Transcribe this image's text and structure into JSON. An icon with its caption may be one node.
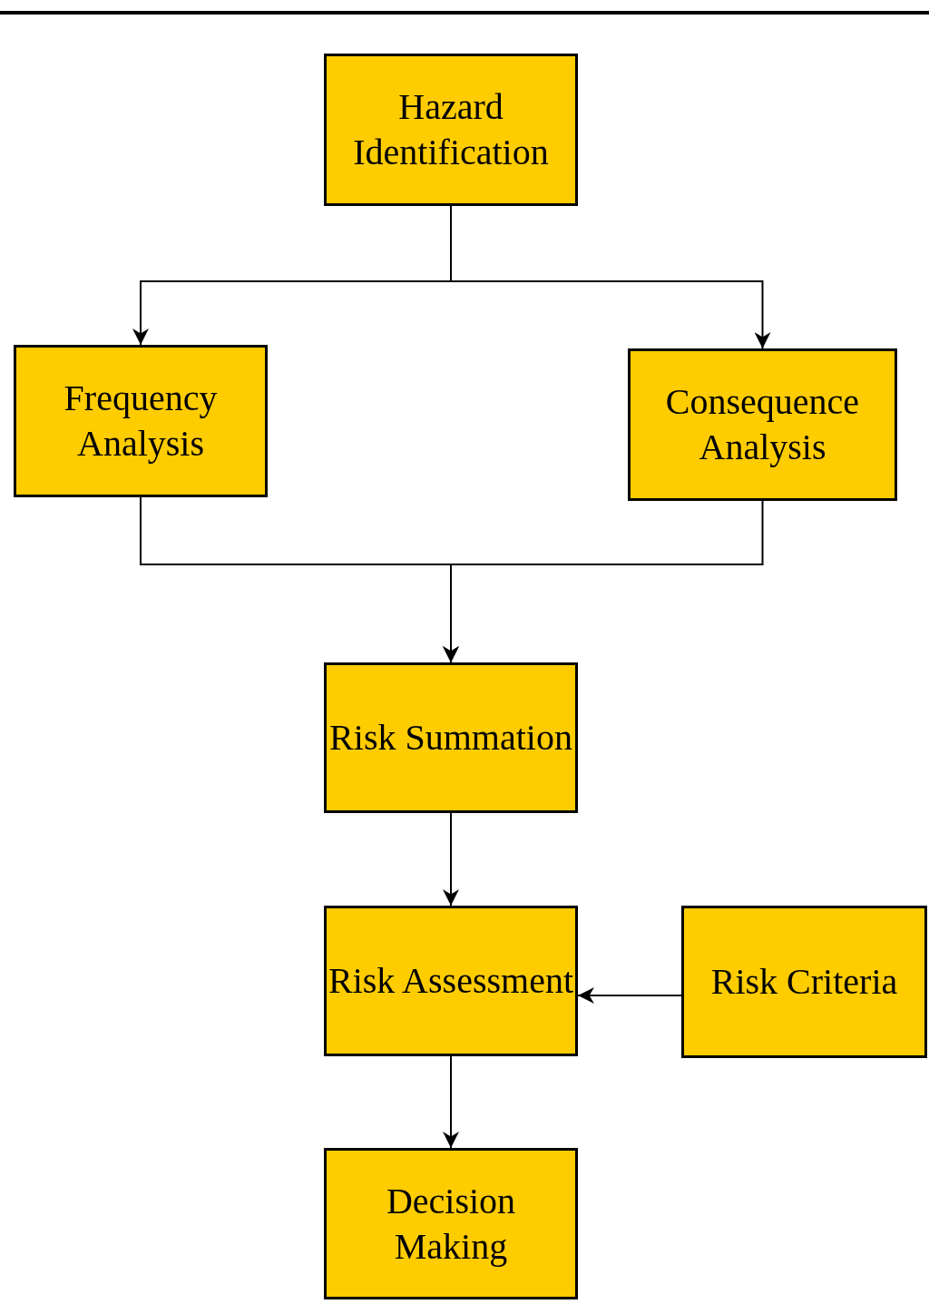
{
  "diagram": {
    "nodes": [
      {
        "text": [
          "Hazard Identification"
        ]
      },
      {
        "text": [
          "Frequency Analysis"
        ]
      },
      {
        "text": [
          "Consequence Analysis"
        ]
      },
      {
        "text": [
          "Risk Summation"
        ]
      },
      {
        "text": [
          "Risk Assessment"
        ]
      },
      {
        "text": [
          "Risk Criteria"
        ]
      },
      {
        "text": [
          "Decision Making"
        ]
      }
    ],
    "edges": [
      {
        "from": 0,
        "to": 1,
        "arrow": "to"
      },
      {
        "from": 0,
        "to": 2,
        "arrow": "to"
      },
      {
        "from": 1,
        "to": 3,
        "arrow": "to"
      },
      {
        "from": 2,
        "to": 3,
        "arrow": "to"
      },
      {
        "from": 3,
        "to": 4,
        "arrow": "to"
      },
      {
        "from": 5,
        "to": 4,
        "arrow": "to"
      },
      {
        "from": 4,
        "to": 6,
        "arrow": "to"
      }
    ]
  }
}
